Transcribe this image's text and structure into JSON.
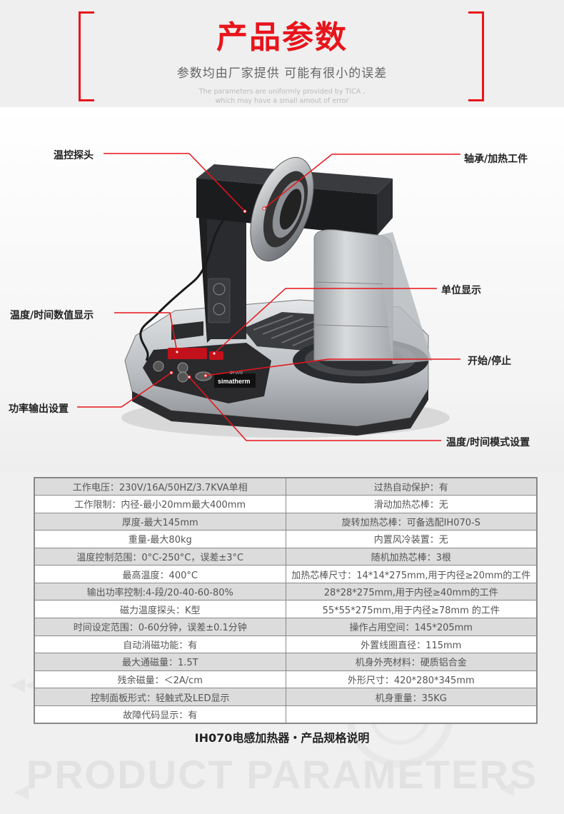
{
  "header": {
    "title": "产品参数",
    "subtitle": "参数均由厂家提供  可能有很小的误差",
    "en_note_line1": "The parameters are uniformly provided by TICA ,",
    "en_note_line2": "which may have a small amout of error"
  },
  "product": {
    "brand_label": "simatherm",
    "model_label": "IH 070",
    "callouts": {
      "probe": "温控探头",
      "bearing": "轴承/加热工件",
      "unit": "单位显示",
      "display": "温度/时间数值显示",
      "start_stop": "开始/停止",
      "power": "功率输出设置",
      "mode": "温度/时间模式设置"
    }
  },
  "specs": {
    "rows": [
      [
        "工作电压：230V/16A/50HZ/3.7KVA单相",
        "过热自动保护：有"
      ],
      [
        "工作限制：内径-最小20mm最大400mm",
        "滑动加热芯棒：无"
      ],
      [
        "厚度-最大145mm",
        "旋转加热芯棒：可备选配IH070-S"
      ],
      [
        "重量-最大80kg",
        "内置风冷装置：无"
      ],
      [
        "温度控制范围：0°C-250°C，误差±3°C",
        "随机加热芯棒：3根"
      ],
      [
        "最高温度：400°C",
        "加热芯棒尺寸：14*14*275mm,用于内径≥20mm的工件"
      ],
      [
        "输出功率控制:4-段/20-40-60-80%",
        "28*28*275mm,用于内径≥40mm的工件"
      ],
      [
        "磁力温度探头：K型",
        "55*55*275mm,用于内径≥78mm 的工件"
      ],
      [
        "时间设定范围：0-60分钟，误差±0.1分钟",
        "操作占用空间：145*205mm"
      ],
      [
        "自动消磁功能：有",
        "外置线圈直径：115mm"
      ],
      [
        "最大通磁量：1.5T",
        "机身外壳材料：硬质铝合金"
      ],
      [
        "残余磁量：＜2A/cm",
        "外形尺寸：420*280*345mm"
      ],
      [
        "控制面板形式：轻触式及LED显示",
        "机身重量：35KG"
      ],
      [
        "故障代码显示：有",
        ""
      ]
    ],
    "caption": "IH070电感加热器・产品规格说明"
  },
  "watermark": "PRODUCT PARAMETERS",
  "colors": {
    "accent": "#e8141b",
    "row_shade": "#dcdcdc"
  }
}
